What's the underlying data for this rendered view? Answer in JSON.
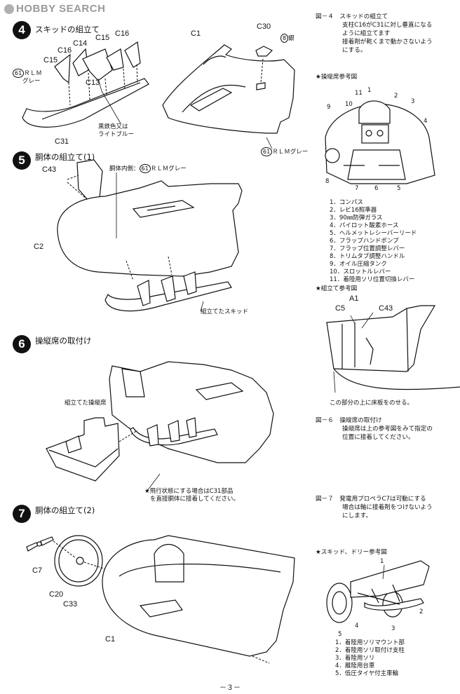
{
  "watermark": "HOBBY SEARCH",
  "step4": {
    "num": "4",
    "title": "スキッドの組立て",
    "labels": {
      "c15a": "C15",
      "c16a": "C16",
      "c14": "C14",
      "c15b": "C15",
      "c16b": "C16",
      "c13": "C13",
      "c31": "C31",
      "c1": "C1",
      "c30": "C30"
    },
    "paint1": {
      "code": "61",
      "text1": "ＲＬＭ",
      "text2": "グレー"
    },
    "paint2": {
      "text1": "黒鉄色又は",
      "text2": "ライトブルー"
    },
    "paint3": {
      "code": "8",
      "text": "銀"
    },
    "paint4": {
      "code": "61",
      "text": "ＲＬＭグレー"
    }
  },
  "step5": {
    "num": "5",
    "title": "胴体の組立て(1)",
    "labels": {
      "c43": "C43",
      "c2": "C2"
    },
    "inner_paint": {
      "text1": "胴体内側：",
      "code": "61",
      "text2": "ＲＬＭグレー"
    },
    "skid_label": "組立てたスキッド"
  },
  "step6": {
    "num": "6",
    "title": "操縦席の取付け",
    "cockpit_label": "組立てた操縦席",
    "flight_note1": "★飛行状態にする場合はC31部品",
    "flight_note2": "を直接胴体に接着してください。"
  },
  "step7": {
    "num": "7",
    "title": "胴体の組立て(2)",
    "labels": {
      "c7": "C7",
      "c20": "C20",
      "c33": "C33",
      "c1": "C1"
    }
  },
  "fig4": {
    "title": "図－４　スキッドの組立て",
    "lines": [
      "支柱C16がC31に対し垂直になる",
      "ように組立てます",
      "接着剤が乾くまで動かさないよう",
      "にする。"
    ]
  },
  "cockpit_ref": {
    "title": "★操縦席参考図",
    "nums": {
      "n1": "1",
      "n2": "2",
      "n3": "3",
      "n4": "4",
      "n5": "5",
      "n6": "6",
      "n7": "7",
      "n8": "8",
      "n9": "9",
      "n10": "10",
      "n11": "11"
    },
    "legend": [
      "1．コンパス",
      "2．レビ16照準器",
      "3．90㎜防弾ガラス",
      "4．パイロット酸素ホース",
      "5．ヘルメットレシーバーリード",
      "6．フラップハンドポンプ",
      "7．フラップ位置調整レバー",
      "8．トリムタブ調整ハンドル",
      "9．オイル圧縮タンク",
      "10．スロットルレバー",
      "11．着陸用ソリ位置切換レバー"
    ]
  },
  "assembly_ref": {
    "title": "★組立て参考図",
    "a1": "A1",
    "c5": "C5",
    "c43": "C43",
    "caption": "この部分の上に床板をのせる。"
  },
  "fig6": {
    "title": "図－６　操縦席の取付け",
    "lines": [
      "操縦席は上の参考図をみて指定の",
      "位置に接着してください。"
    ]
  },
  "fig7": {
    "title": "図－７　発電用プロペラC7は可動にする",
    "lines": [
      "場合は軸に接着剤をつけないよう",
      "にします。"
    ]
  },
  "skid_ref": {
    "title": "★スキッド、ドリー参考図",
    "nums": {
      "n1": "1",
      "n2": "2",
      "n3": "3",
      "n4": "4",
      "n5": "5"
    },
    "legend": [
      "1．着陸用ソリマウント部",
      "2．着陸用ソリ取付け支柱",
      "3．着陸用ソリ",
      "4．離陸用台車",
      "5．低圧タイヤ付主車輪"
    ]
  },
  "page_number": "－３－"
}
